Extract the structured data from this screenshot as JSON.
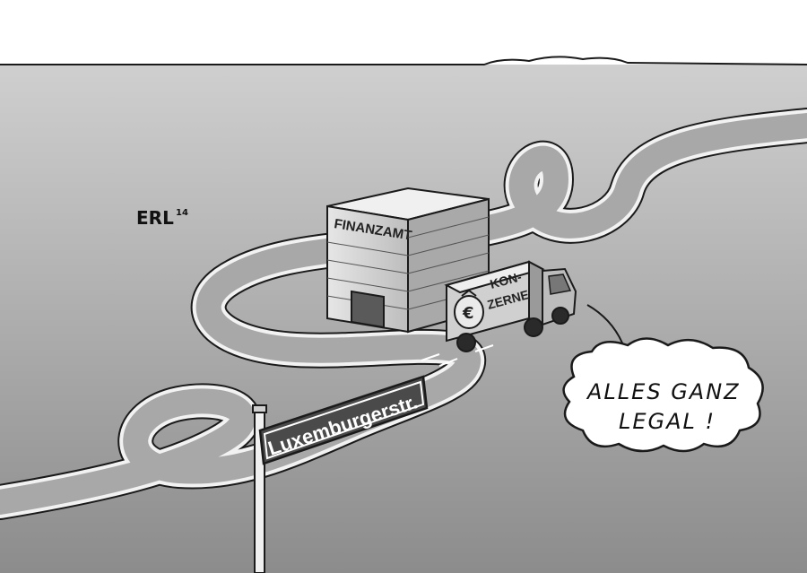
{
  "artist_signature": "ERL",
  "artist_signature_year": "14",
  "building_label": "FINANZAMT",
  "truck_label_line1": "KON-",
  "truck_label_line2": "ZERNE",
  "truck_bag_symbol": "€",
  "street_sign_label": "Luxemburgerstr.",
  "speech_bubble_line1": "ALLES GANZ",
  "speech_bubble_line2": "LEGAL !",
  "colors": {
    "sky": "#ffffff",
    "ground_top": "#c9c9c9",
    "ground_bottom": "#8f8f8f",
    "road": "#a6a6a6",
    "road_edge": "#f4f4f4",
    "sign": "#4a4a4a",
    "outline": "#1a1a1a"
  }
}
